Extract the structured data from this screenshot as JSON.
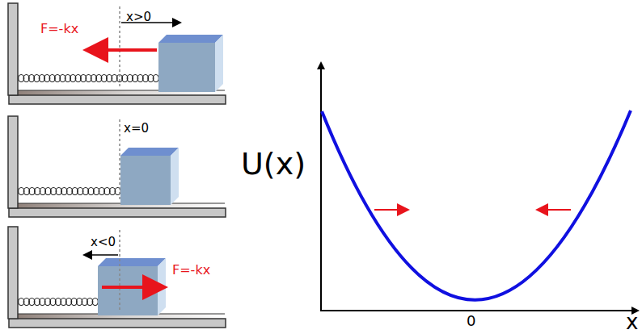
{
  "diagram": {
    "labels": [
      "x>0",
      "F=-kx",
      "x=0",
      "x<0",
      "F=-kx",
      "U(x)",
      "0",
      "x"
    ]
  }
}
